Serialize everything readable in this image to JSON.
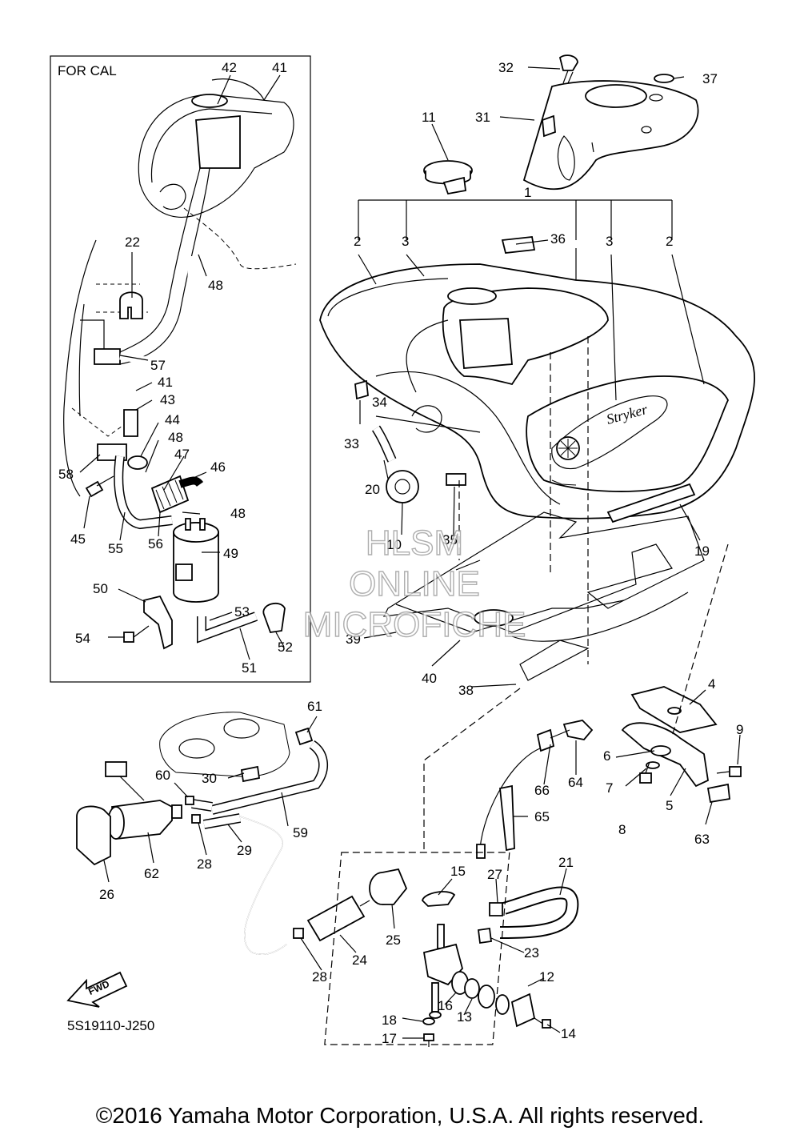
{
  "inset_title": "FOR CAL",
  "diagram_code": "5S19110-J250",
  "fwd_label": "FWD",
  "tank_logo": "Stryker",
  "watermark": [
    "HLSM",
    "ONLINE",
    "MICROFICHE"
  ],
  "copyright": "©2016 Yamaha Motor Corporation, U.S.A. All rights reserved.",
  "callouts": [
    {
      "id": "c42",
      "text": "42"
    },
    {
      "id": "c41a",
      "text": "41"
    },
    {
      "id": "c22",
      "text": "22"
    },
    {
      "id": "c48a",
      "text": "48"
    },
    {
      "id": "c57",
      "text": "57"
    },
    {
      "id": "c41b",
      "text": "41"
    },
    {
      "id": "c43",
      "text": "43"
    },
    {
      "id": "c44",
      "text": "44"
    },
    {
      "id": "c48b",
      "text": "48"
    },
    {
      "id": "c47",
      "text": "47"
    },
    {
      "id": "c46",
      "text": "46"
    },
    {
      "id": "c58",
      "text": "58"
    },
    {
      "id": "c48c",
      "text": "48"
    },
    {
      "id": "c45",
      "text": "45"
    },
    {
      "id": "c55",
      "text": "55"
    },
    {
      "id": "c56",
      "text": "56"
    },
    {
      "id": "c49",
      "text": "49"
    },
    {
      "id": "c50",
      "text": "50"
    },
    {
      "id": "c53",
      "text": "53"
    },
    {
      "id": "c54",
      "text": "54"
    },
    {
      "id": "c52",
      "text": "52"
    },
    {
      "id": "c51",
      "text": "51"
    },
    {
      "id": "c32",
      "text": "32"
    },
    {
      "id": "c37",
      "text": "37"
    },
    {
      "id": "c11",
      "text": "11"
    },
    {
      "id": "c31",
      "text": "31"
    },
    {
      "id": "c1",
      "text": "1"
    },
    {
      "id": "c2a",
      "text": "2"
    },
    {
      "id": "c3a",
      "text": "3"
    },
    {
      "id": "c36",
      "text": "36"
    },
    {
      "id": "c3b",
      "text": "3"
    },
    {
      "id": "c2b",
      "text": "2"
    },
    {
      "id": "c34",
      "text": "34"
    },
    {
      "id": "c33",
      "text": "33"
    },
    {
      "id": "c20",
      "text": "20"
    },
    {
      "id": "c10",
      "text": "10"
    },
    {
      "id": "c35",
      "text": "35"
    },
    {
      "id": "c19",
      "text": "19"
    },
    {
      "id": "c39",
      "text": "39"
    },
    {
      "id": "c40",
      "text": "40"
    },
    {
      "id": "c38",
      "text": "38"
    },
    {
      "id": "c4",
      "text": "4"
    },
    {
      "id": "c9",
      "text": "9"
    },
    {
      "id": "c6",
      "text": "6"
    },
    {
      "id": "c7",
      "text": "7"
    },
    {
      "id": "c5",
      "text": "5"
    },
    {
      "id": "c8",
      "text": "8"
    },
    {
      "id": "c63",
      "text": "63"
    },
    {
      "id": "c61",
      "text": "61"
    },
    {
      "id": "c30",
      "text": "30"
    },
    {
      "id": "c60",
      "text": "60"
    },
    {
      "id": "c59",
      "text": "59"
    },
    {
      "id": "c28a",
      "text": "28"
    },
    {
      "id": "c29",
      "text": "29"
    },
    {
      "id": "c62",
      "text": "62"
    },
    {
      "id": "c26",
      "text": "26"
    },
    {
      "id": "c66",
      "text": "66"
    },
    {
      "id": "c64",
      "text": "64"
    },
    {
      "id": "c65",
      "text": "65"
    },
    {
      "id": "c21",
      "text": "21"
    },
    {
      "id": "c15",
      "text": "15"
    },
    {
      "id": "c27",
      "text": "27"
    },
    {
      "id": "c25",
      "text": "25"
    },
    {
      "id": "c23",
      "text": "23"
    },
    {
      "id": "c24",
      "text": "24"
    },
    {
      "id": "c28b",
      "text": "28"
    },
    {
      "id": "c12",
      "text": "12"
    },
    {
      "id": "c16",
      "text": "16"
    },
    {
      "id": "c13",
      "text": "13"
    },
    {
      "id": "c18",
      "text": "18"
    },
    {
      "id": "c14",
      "text": "14"
    },
    {
      "id": "c17",
      "text": "17"
    }
  ]
}
